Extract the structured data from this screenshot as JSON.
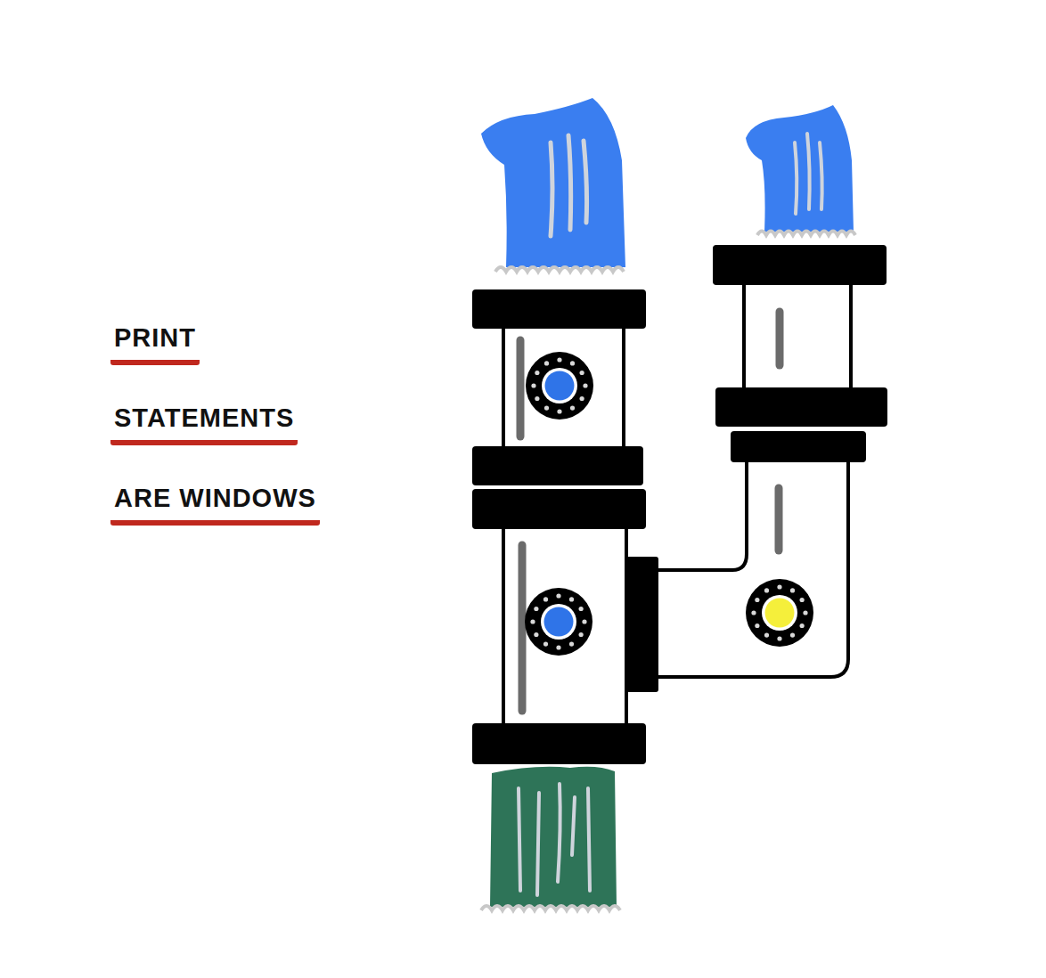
{
  "diagram": {
    "labels": [
      "PRINT",
      "STATEMENTS",
      "ARE WINDOWS"
    ]
  }
}
